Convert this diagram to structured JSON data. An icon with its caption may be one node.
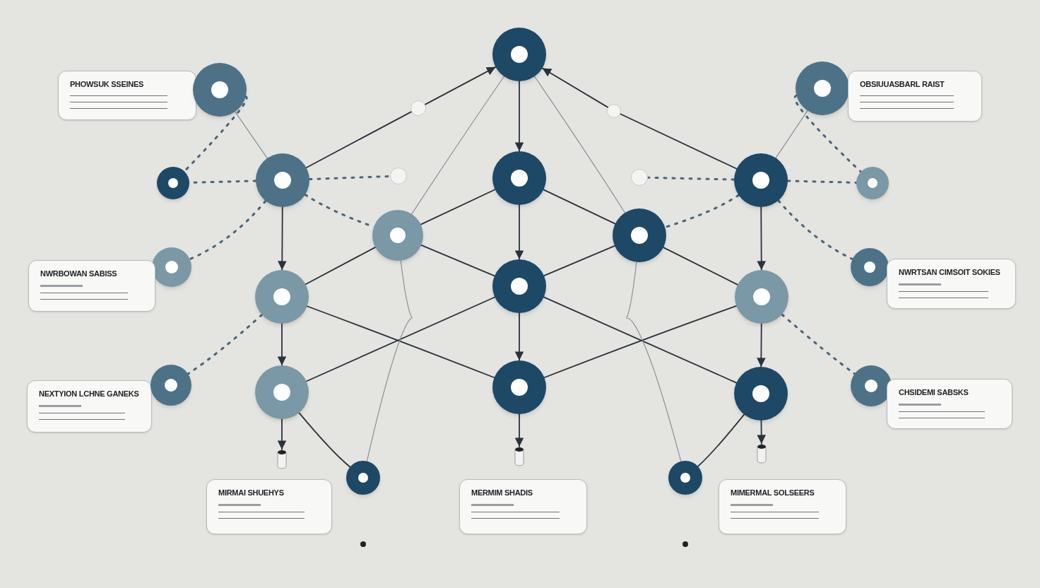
{
  "diagram": {
    "nodes": [
      {
        "text": [],
        "shape": "circle"
      },
      {
        "text": [
          "PHOWSUK SSEINES"
        ]
      },
      {
        "text": [],
        "shape": "circle"
      },
      {
        "text": [],
        "shape": "circle"
      },
      {
        "text": [
          "OBSIUUASBARL RAIST"
        ]
      },
      {
        "text": [],
        "shape": "circle"
      },
      {
        "text": [],
        "shape": "circle"
      },
      {
        "text": [],
        "shape": "circle"
      },
      {
        "text": [],
        "shape": "circle"
      },
      {
        "text": [],
        "shape": "circle"
      },
      {
        "text": [],
        "shape": "circle"
      },
      {
        "text": [],
        "shape": "circle"
      },
      {
        "text": [],
        "shape": "circle"
      },
      {
        "text": [],
        "shape": "circle"
      },
      {
        "text": [],
        "shape": "circle"
      },
      {
        "text": [],
        "shape": "circle"
      },
      {
        "text": [],
        "shape": "circle"
      },
      {
        "text": [
          "NWRBOWAN SABISS"
        ]
      },
      {
        "text": [],
        "shape": "circle"
      },
      {
        "text": [
          "NWRTSAN CIMSOIT SOKIES"
        ]
      },
      {
        "text": [],
        "shape": "circle"
      },
      {
        "text": [],
        "shape": "circle"
      },
      {
        "text": [],
        "shape": "circle"
      },
      {
        "text": [
          "NEXTYION LCHNE GANEKS"
        ]
      },
      {
        "text": [],
        "shape": "circle"
      },
      {
        "text": [],
        "shape": "circle"
      },
      {
        "text": [
          "CHSIDEMI SABSKS"
        ]
      },
      {
        "text": [],
        "shape": "circle"
      },
      {
        "text": [],
        "shape": "circle"
      },
      {
        "text": [],
        "shape": "circle"
      },
      {
        "text": [],
        "shape": "cylinder"
      },
      {
        "text": [],
        "shape": "cylinder"
      },
      {
        "text": [],
        "shape": "cylinder"
      },
      {
        "text": [],
        "shape": "circle"
      },
      {
        "text": [],
        "shape": "circle"
      },
      {
        "text": [
          "MIRMAI SHUEHYS"
        ]
      },
      {
        "text": [
          "MERMIM SHADIS"
        ]
      },
      {
        "text": [
          "MIMERMAL SOLSEERS"
        ]
      }
    ],
    "edges": [
      {
        "from": 8,
        "to": 5,
        "arrow": "none"
      },
      {
        "from": 5,
        "to": 0,
        "arrow": "to"
      },
      {
        "from": 12,
        "to": 6,
        "arrow": "none"
      },
      {
        "from": 6,
        "to": 0,
        "arrow": "to"
      },
      {
        "from": 0,
        "to": 10,
        "arrow": "to"
      },
      {
        "from": 0,
        "to": 14,
        "arrow": "none",
        "color": "#8a9199"
      },
      {
        "from": 0,
        "to": 15,
        "arrow": "none",
        "color": "#8a9199"
      },
      {
        "from": 10,
        "to": 14,
        "arrow": "none"
      },
      {
        "from": 10,
        "to": 15,
        "arrow": "none"
      },
      {
        "from": 10,
        "to": 21,
        "arrow": "to"
      },
      {
        "from": 14,
        "to": 21,
        "arrow": "none"
      },
      {
        "from": 15,
        "to": 21,
        "arrow": "none"
      },
      {
        "from": 20,
        "to": 14,
        "arrow": "none"
      },
      {
        "from": 22,
        "to": 15,
        "arrow": "none"
      },
      {
        "from": 20,
        "to": 28,
        "arrow": "none"
      },
      {
        "from": 22,
        "to": 28,
        "arrow": "none"
      },
      {
        "from": 27,
        "to": 21,
        "arrow": "none"
      },
      {
        "from": 21,
        "to": 29,
        "arrow": "none"
      },
      {
        "from": 8,
        "to": 20,
        "arrow": "to"
      },
      {
        "from": 20,
        "to": 27,
        "arrow": "to"
      },
      {
        "from": 12,
        "to": 22,
        "arrow": "to"
      },
      {
        "from": 22,
        "to": 29,
        "arrow": "to"
      },
      {
        "from": 21,
        "to": 28,
        "arrow": "to"
      },
      {
        "from": 27,
        "to": 30,
        "arrow": "to"
      },
      {
        "from": 28,
        "to": 31,
        "arrow": "to"
      },
      {
        "from": 29,
        "to": 32,
        "arrow": "to"
      },
      {
        "from": 27,
        "to": 33,
        "arrow": "none"
      },
      {
        "from": 29,
        "to": 34,
        "arrow": "none"
      },
      {
        "from": 14,
        "to": 33,
        "arrow": "none",
        "color": "#8a9199"
      },
      {
        "from": 15,
        "to": 34,
        "arrow": "none",
        "color": "#8a9199"
      },
      {
        "from": 2,
        "to": 8,
        "arrow": "none",
        "color": "#8a9199"
      },
      {
        "from": 3,
        "to": 12,
        "arrow": "none",
        "color": "#8a9199"
      },
      {
        "from": 8,
        "to": 7,
        "arrow": "none",
        "style": "dashed"
      },
      {
        "from": 8,
        "to": 9,
        "arrow": "none",
        "style": "dashed"
      },
      {
        "from": 12,
        "to": 11,
        "arrow": "none",
        "style": "dashed"
      },
      {
        "from": 12,
        "to": 13,
        "arrow": "none",
        "style": "dashed"
      },
      {
        "from": 2,
        "to": 7,
        "arrow": "none",
        "style": "dashed"
      },
      {
        "from": 3,
        "to": 13,
        "arrow": "none",
        "style": "dashed"
      },
      {
        "from": 8,
        "to": 14,
        "arrow": "none",
        "style": "dashed"
      },
      {
        "from": 12,
        "to": 15,
        "arrow": "none",
        "style": "dashed"
      },
      {
        "from": 8,
        "to": 16,
        "arrow": "none",
        "style": "dashed"
      },
      {
        "from": 12,
        "to": 18,
        "arrow": "none",
        "style": "dashed"
      },
      {
        "from": 20,
        "to": 24,
        "arrow": "none",
        "style": "dashed"
      },
      {
        "from": 22,
        "to": 25,
        "arrow": "none",
        "style": "dashed"
      }
    ]
  }
}
